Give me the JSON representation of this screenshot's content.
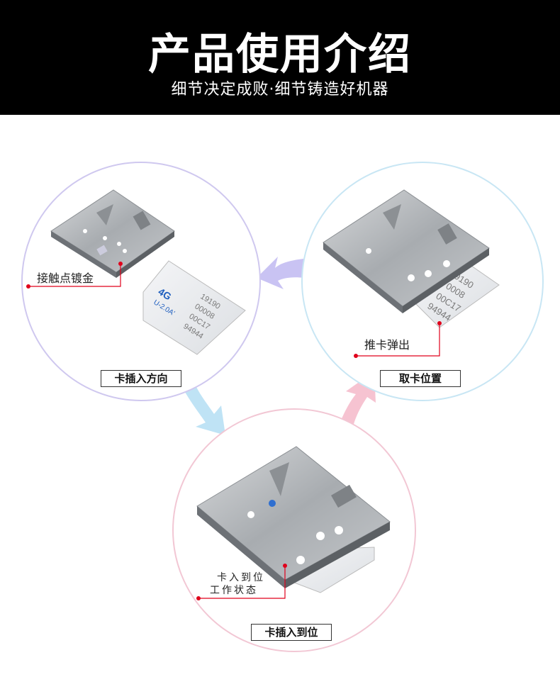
{
  "header": {
    "title": "产品使用介绍",
    "subtitle": "细节决定成败·细节铸造好机器"
  },
  "panels": {
    "insert_direction": {
      "caption": "卡插入方向",
      "callout": "接触点镀金",
      "card_text": {
        "brand": "4G",
        "model": "U-2.0A'",
        "lines": [
          "19190",
          "00008",
          "00C17",
          "94944"
        ]
      }
    },
    "remove_position": {
      "caption": "取卡位置",
      "callout": "推卡弹出",
      "card_text": {
        "lines": [
          "9190",
          "0008",
          "00C17",
          "94944"
        ]
      }
    },
    "inserted": {
      "caption": "卡插入到位",
      "callout_line1": "卡入到位",
      "callout_line2": "工作状态"
    }
  },
  "colors": {
    "header_bg": "#000000",
    "accent_red": "#e0001b",
    "arrow_purple": "#c9c3f3",
    "arrow_blue": "#bfe3f5",
    "arrow_pink": "#f6c3d1"
  }
}
